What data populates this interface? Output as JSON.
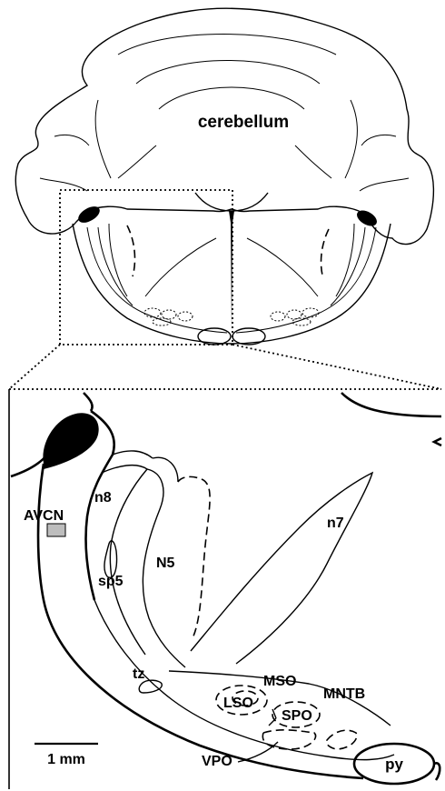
{
  "top_panel": {
    "label": "cerebellum"
  },
  "bottom_panel": {
    "labels": {
      "avcn": "AVCN",
      "n8": "n8",
      "sp5": "sp5",
      "n5": "N5",
      "n7": "n7",
      "tz": "tz",
      "mso": "MSO",
      "lso": "LSO",
      "spo": "SPO",
      "mntb": "MNTB",
      "vpo": "VPO",
      "py": "py"
    },
    "scale_bar": "1 mm"
  }
}
